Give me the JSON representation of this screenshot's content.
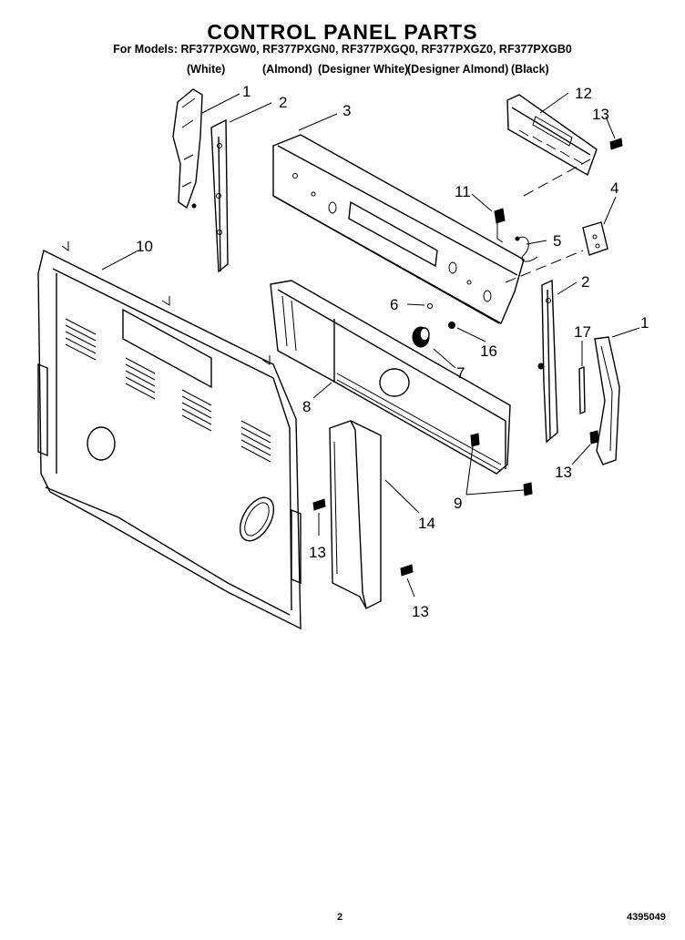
{
  "header": {
    "title": "CONTROL PANEL PARTS",
    "models": "For Models: RF377PXGW0, RF377PXGN0, RF377PXGQ0, RF377PXGZ0, RF377PXGB0",
    "variants": [
      "(White)",
      "(Almond)",
      "(Designer White)",
      "(Designer Almond)",
      "(Black)"
    ]
  },
  "callouts": [
    "1",
    "2",
    "3",
    "12",
    "13",
    "11",
    "4",
    "10",
    "5",
    "2",
    "6",
    "17",
    "1",
    "16",
    "7",
    "8",
    "13",
    "9",
    "14",
    "13",
    "13"
  ],
  "footer": {
    "page": "2",
    "doc_number": "4395049"
  }
}
